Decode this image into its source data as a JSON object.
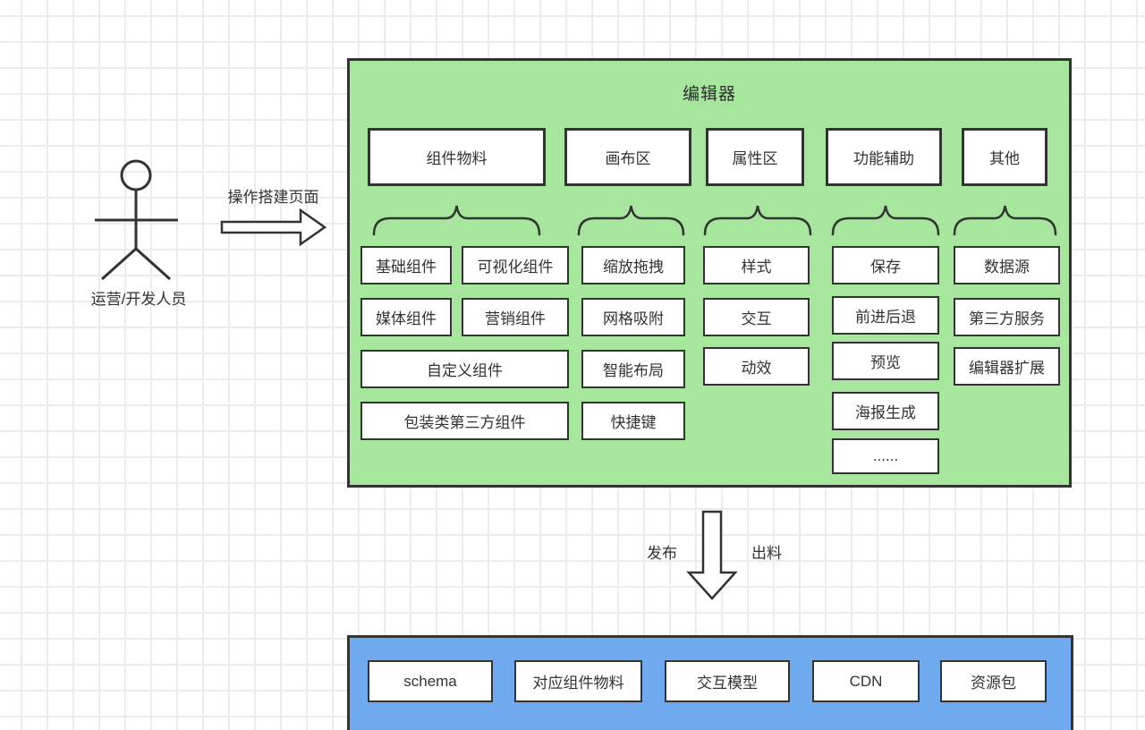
{
  "colors": {
    "editor-fill": "#a6e69d",
    "output-fill": "#6fa9ee",
    "stroke": "#333333",
    "box-fill": "#ffffff",
    "grid-line": "#ececec"
  },
  "actor": {
    "label": "运营/开发人员"
  },
  "flow": {
    "build_label": "操作搭建页面",
    "publish_label": "发布",
    "output_label": "出料"
  },
  "editor": {
    "title": "编辑器",
    "sections": [
      {
        "label": "组件物料",
        "items": [
          "基础组件",
          "可视化组件",
          "媒体组件",
          "营销组件",
          "自定义组件",
          "包装类第三方组件"
        ]
      },
      {
        "label": "画布区",
        "items": [
          "缩放拖拽",
          "网格吸附",
          "智能布局",
          "快捷键"
        ]
      },
      {
        "label": "属性区",
        "items": [
          "样式",
          "交互",
          "动效"
        ]
      },
      {
        "label": "功能辅助",
        "items": [
          "保存",
          "前进后退",
          "预览",
          "海报生成",
          "......"
        ]
      },
      {
        "label": "其他",
        "items": [
          "数据源",
          "第三方服务",
          "编辑器扩展"
        ]
      }
    ]
  },
  "output": {
    "items": [
      "schema",
      "对应组件物料",
      "交互模型",
      "CDN",
      "资源包"
    ]
  }
}
